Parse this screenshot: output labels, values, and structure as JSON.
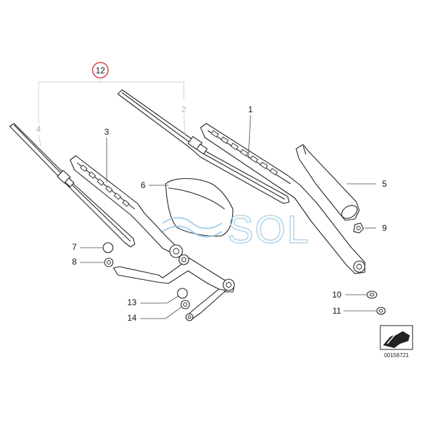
{
  "diagram": {
    "assembly_callout": "12",
    "assembly_callout_color": "#d2232a",
    "callouts": {
      "c1": "1",
      "c2": "2",
      "c3": "3",
      "c4": "4",
      "c5": "5",
      "c6": "6",
      "c7": "7",
      "c8": "8",
      "c9": "9",
      "c10": "10",
      "c11": "11",
      "c13": "13",
      "c14": "14"
    },
    "diagram_id": "00156721",
    "watermark": "SOL",
    "watermark_color": "#9cc8e6"
  }
}
